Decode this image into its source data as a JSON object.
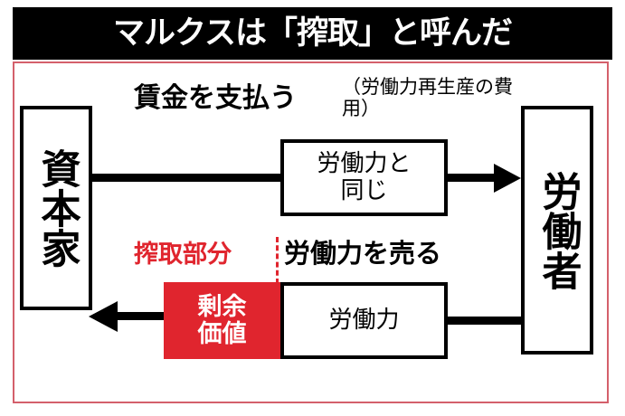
{
  "title": {
    "text": "マルクスは「搾取」と呼んだ",
    "background_color": "#000000",
    "text_color": "#ffffff"
  },
  "colors": {
    "accent_red": "#e0252e",
    "frame_red": "#d4606b",
    "ink": "#000000",
    "paper": "#ffffff"
  },
  "diagram": {
    "actors": {
      "capitalist": "資本家",
      "worker": "労働者"
    },
    "top_flow": {
      "label": "賃金を支払う",
      "note": "（労働力再生産の費用）",
      "box_line1": "労働力と",
      "box_line2": "同じ",
      "arrow_direction": "right"
    },
    "bottom_flow": {
      "exploit_label": "搾取部分",
      "sell_label": "労働力を売る",
      "surplus_line1": "剰余",
      "surplus_line2": "価値",
      "labor_box": "労働力",
      "arrow_direction": "left"
    }
  }
}
